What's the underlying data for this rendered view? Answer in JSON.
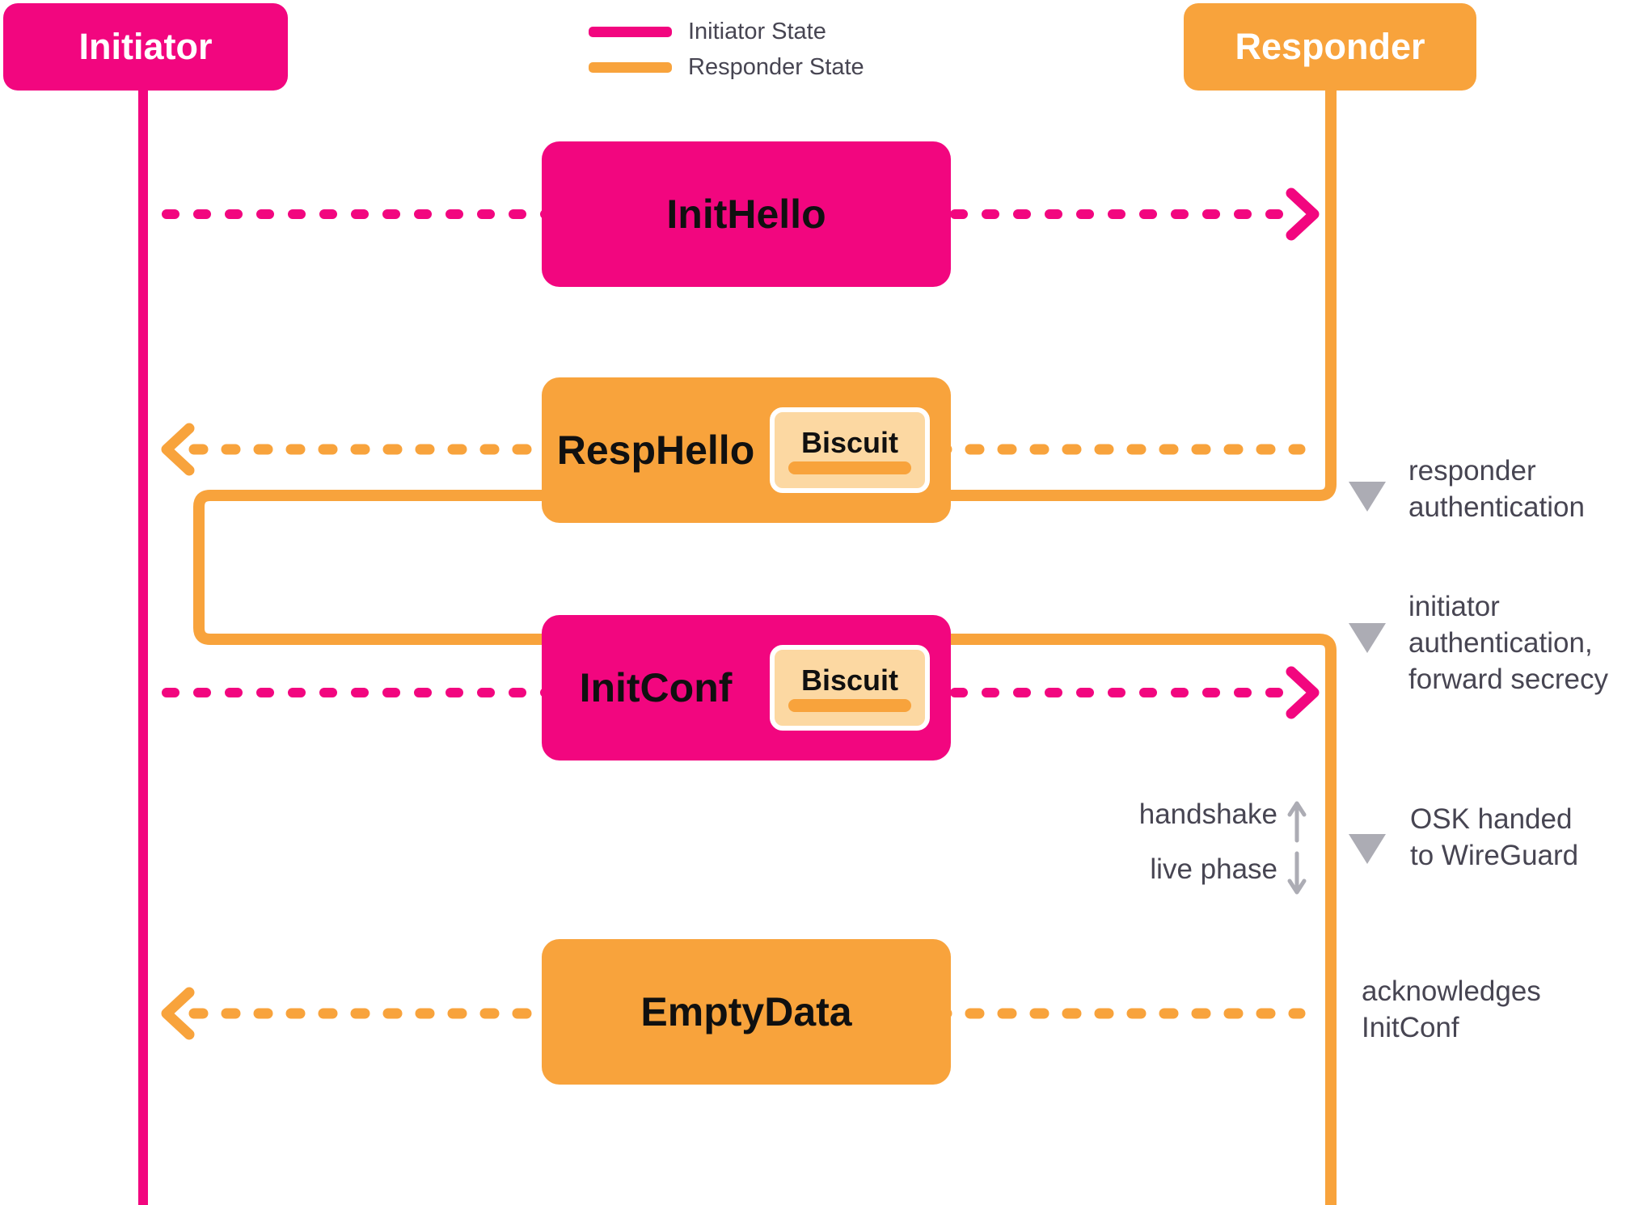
{
  "actors": {
    "initiator": "Initiator",
    "responder": "Responder"
  },
  "legend": {
    "items": [
      {
        "label": "Initiator State",
        "color": "#F2067F"
      },
      {
        "label": "Responder State",
        "color": "#F8A33C"
      }
    ]
  },
  "messages": [
    {
      "label": "InitHello",
      "from": "initiator",
      "to": "responder",
      "biscuit": null
    },
    {
      "label": "RespHello",
      "from": "responder",
      "to": "initiator",
      "biscuit": "Biscuit"
    },
    {
      "label": "InitConf",
      "from": "initiator",
      "to": "responder",
      "biscuit": "Biscuit"
    },
    {
      "label": "EmptyData",
      "from": "responder",
      "to": "initiator",
      "biscuit": null
    }
  ],
  "annotations": [
    {
      "icon": "triangle-down",
      "lines": [
        "responder",
        "authentication"
      ]
    },
    {
      "icon": "triangle-down",
      "lines": [
        "initiator",
        "authentication,",
        "forward secrecy"
      ]
    },
    {
      "icon": "triangle-down",
      "lines": [
        "OSK handed",
        "to WireGuard"
      ]
    },
    {
      "icon": null,
      "lines": [
        "acknowledges",
        "InitConf"
      ]
    }
  ],
  "phase": {
    "handshake": "handshake",
    "live_phase": "live phase"
  },
  "colors": {
    "initiator_pink": "#F2067F",
    "responder_orange": "#F8A33C",
    "biscuit_fill": "#FCD8A2",
    "text_dark": "#474552",
    "icon_gray": "#ACACB4"
  }
}
